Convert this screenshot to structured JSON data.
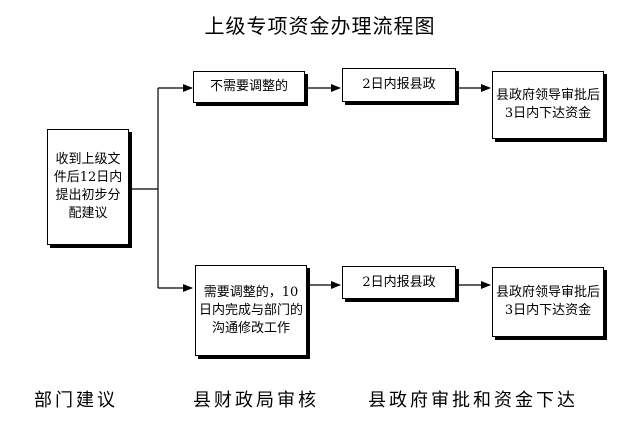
{
  "title": "上级专项资金办理流程图",
  "boxes": {
    "start": "收到上级文件后12日内提出初步分配建议",
    "no_adjust": "不需要调整的",
    "report_top": "2日内报县政",
    "approve_top": "县政府领导审批后3日内下达资金",
    "need_adjust": "需要调整的，10日内完成与部门的沟通修改工作",
    "report_bottom": "2日内报县政",
    "approve_bottom": "县政府领导审批后3日内下达资金"
  },
  "stages": {
    "dept": "部门建议",
    "finance": "县财政局审核",
    "government": "县政府审批和资金下达"
  }
}
